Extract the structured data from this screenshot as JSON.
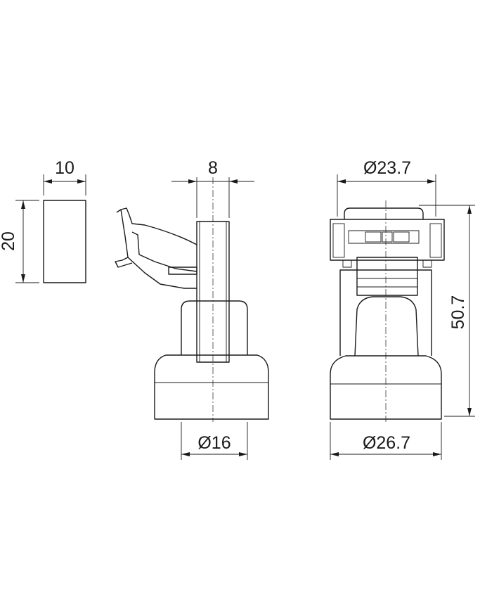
{
  "dimensions": {
    "block_width": "10",
    "block_height": "20",
    "stem_width": "8",
    "base_diameter_side": "Ø16",
    "top_diameter": "Ø23.7",
    "base_diameter_front": "Ø26.7",
    "total_height": "50.7"
  },
  "colors": {
    "line": "#1a1a1a",
    "background": "#ffffff"
  }
}
